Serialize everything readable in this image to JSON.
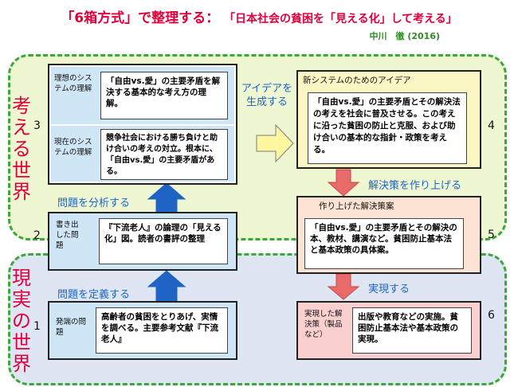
{
  "title": {
    "main": "「6箱方式」で整理する",
    "sep": "：",
    "sub": "「日本社会の貧困を「見える化」して考える」"
  },
  "author": "中川　徹 (2016)",
  "zones": {
    "top_label": "考える世界",
    "bottom_label": "現実の世界"
  },
  "boxes": {
    "b1": {
      "num": "1",
      "label": "発端の問題",
      "text": "高齢者の貧困をとりあげ、実情を調べる。主要参考文献『下流老人』"
    },
    "b2": {
      "num": "2",
      "label": "書き出した問題",
      "text": "『下流老人』の論理の「見える化」図。読者の書評の整理"
    },
    "b3": {
      "num": "3",
      "label_top": "理想のシステムの理解",
      "text_top": "「自由vs.愛」の主要矛盾を解決する基本的な考え方の理解。",
      "label_bottom": "現在のシステムの理解",
      "text_bottom": "競争社会における勝ち負けと助け合いの考えの対立。根本に、「自由vs.愛」の主要矛盾がある。"
    },
    "b4": {
      "num": "4",
      "title": "新システムのためのアイデア",
      "text": "「自由vs.愛」の主要矛盾とその解決法の考えを社会に普及させる。この考えに沿った貧困の防止と克服、および助け合いの基本的な指針・政策を考える。"
    },
    "b5": {
      "num": "5",
      "title": "作り上げた解決策案",
      "text": "「自由vs.愛」の主要矛盾とその解決の本、教材、講演など。貧困防止基本法と基本政策の具体案。"
    },
    "b6": {
      "num": "6",
      "label": "実現した解決策（製品など）",
      "text": "出版や教育などの実施。貧困防止基本法や基本政策の実現。"
    }
  },
  "flows": {
    "define": "問題を定義する",
    "analyze": "問題を分析する",
    "idea_1": "アイデアを",
    "idea_2": "生成する",
    "build": "解決策を作り上げる",
    "realize": "実現する"
  },
  "colors": {
    "title_red": "#e0003c",
    "zone_green_border": "#3aa83a",
    "top_zone_fill": "#eef7d2",
    "bottom_zone_fill": "#dfe6f3",
    "box_blue_fill": "#cfe6f7",
    "box_yellow_fill": "#fbf7c4",
    "box_peach_fill": "#fde3d3",
    "box_pink_fill": "#f9cfcf",
    "arrow_blue": "#1f64c4",
    "arrow_red": "#e86a6a",
    "arrow_yellow": "#fff7a0"
  }
}
